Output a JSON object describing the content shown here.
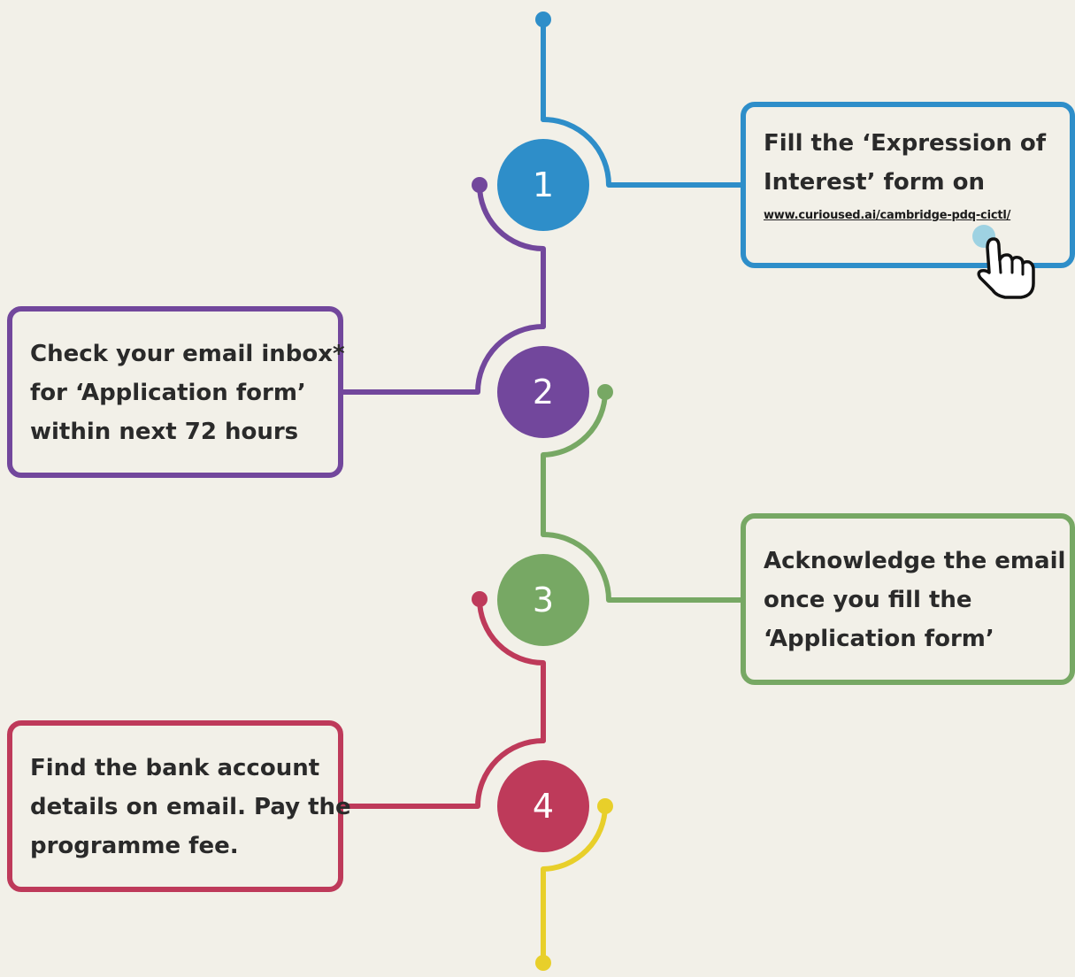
{
  "colors": {
    "background": "#F2F0E8",
    "step1": "#2E8EC9",
    "step2": "#72479C",
    "step3": "#77A864",
    "step4": "#BE3A5A",
    "tail": "#E8CF2A",
    "text": "#2a2a2a"
  },
  "steps": [
    {
      "number": "1",
      "lines": [
        "Fill the ‘Expression of",
        "Interest’ form on"
      ],
      "link": "www.curioused.ai/cambridge-pdq-cictl/"
    },
    {
      "number": "2",
      "lines": [
        "Check your email inbox*",
        "for ‘Application form’",
        "within next 72 hours"
      ]
    },
    {
      "number": "3",
      "lines": [
        "Acknowledge the email",
        "once you fill the",
        "‘Application form’"
      ]
    },
    {
      "number": "4",
      "lines": [
        "Find the bank account",
        "details on email. Pay the",
        "programme fee."
      ]
    }
  ],
  "cursor_icon": "pointing-hand-cursor-icon"
}
